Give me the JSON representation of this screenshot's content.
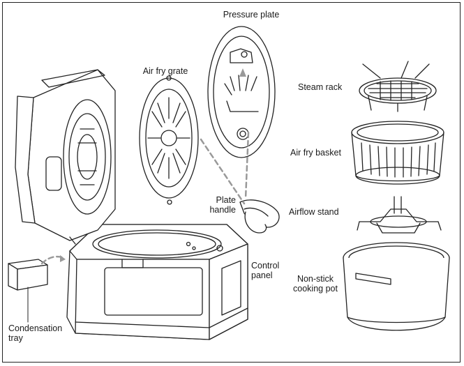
{
  "labels": {
    "pressure_plate": "Pressure plate",
    "air_fry_grate": "Air fry grate",
    "steam_rack": "Steam rack",
    "air_fry_basket": "Air fry basket",
    "plate_handle_line1": "Plate",
    "plate_handle_line2": "handle",
    "airflow_stand": "Airflow stand",
    "control_panel_line1": "Control",
    "control_panel_line2": "panel",
    "cooking_pot_line1": "Non-stick",
    "cooking_pot_line2": "cooking pot",
    "condensation_tray_line1": "Condensation",
    "condensation_tray_line2": "tray"
  },
  "colors": {
    "line": "#222222",
    "dashed_arrow": "#999999",
    "fill": "#ffffff"
  }
}
